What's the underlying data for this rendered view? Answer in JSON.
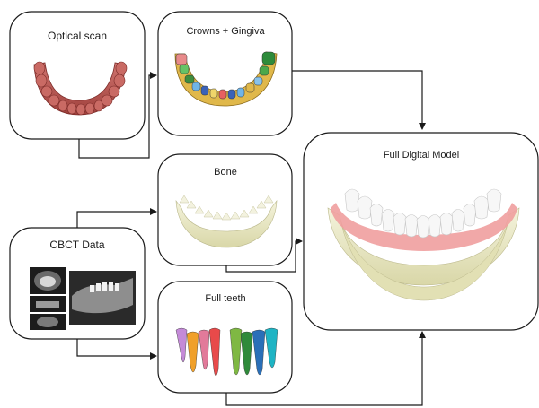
{
  "boxes": {
    "optical_scan": {
      "title": "Optical scan"
    },
    "crowns_gingiva": {
      "title": "Crowns + Gingiva"
    },
    "bone": {
      "title": "Bone"
    },
    "cbct": {
      "title": "CBCT Data"
    },
    "full_teeth": {
      "title": "Full teeth"
    },
    "full_model": {
      "title": "Full Digital Model"
    }
  },
  "colors": {
    "stroke": "#1a1a1a",
    "scan_jaw": "#c25f5a",
    "gingiva": "#e0b84a",
    "bone": "#e8e7c4",
    "enamel": "#f4f4f4",
    "gum_pink": "#ef9f9f"
  }
}
